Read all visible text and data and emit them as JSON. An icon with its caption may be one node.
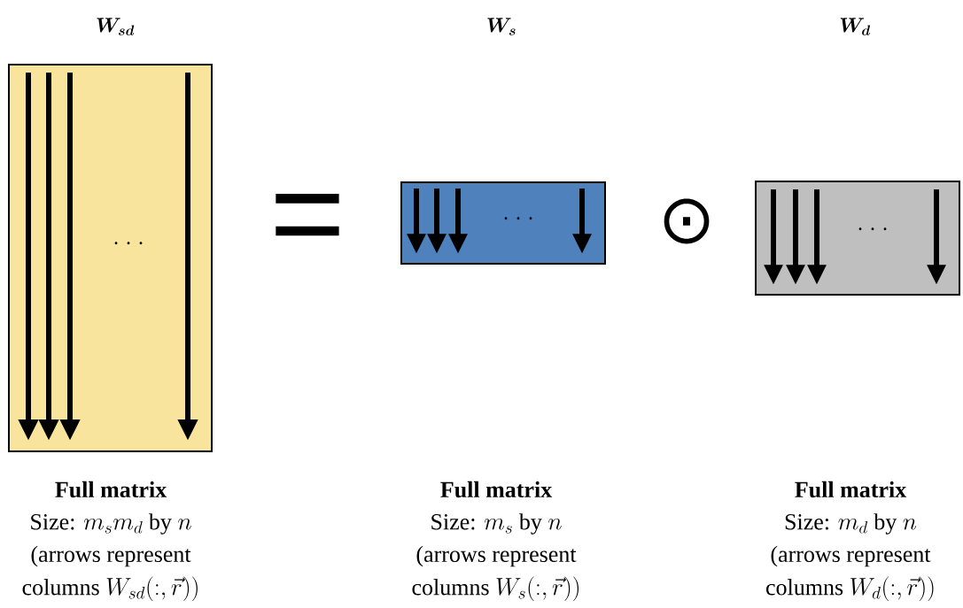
{
  "diagram": {
    "nodes": [
      {
        "text": [
          "· · ·"
        ],
        "beside": [
          "Full matrix",
          "\\text{Size: }m_sm_d\\text{ by }n",
          "\\begin{array}{c}\\text{(arrows represent}\\\\ \\text{columns }W_{sd}(:,\\vec{r}))\\end{array}"
        ]
      },
      {
        "text": [
          "· · ·"
        ],
        "beside": [
          "Full matrix",
          "\\text{Size: }m_s\\text{ by }n",
          "\\begin{array}{c}\\text{(arrows represent}\\\\ \\text{columns }W_{s}(:,\\vec{r}))\\end{array}"
        ]
      },
      {
        "text": [
          "· · ·"
        ],
        "beside": [
          "Full matrix",
          "\\text{Size: }m_d\\text{ by }n",
          "\\begin{array}{c}\\text{(arrows represent}\\\\ \\text{columns }W_{d}(:,\\vec{r}))\\end{array}"
        ]
      }
    ],
    "labels": [
      "\\boldsymbol{W_{sd}}",
      "\\boldsymbol{W_{s}}",
      "\\boldsymbol{W_{d}}",
      "=",
      "⊙"
    ]
  }
}
